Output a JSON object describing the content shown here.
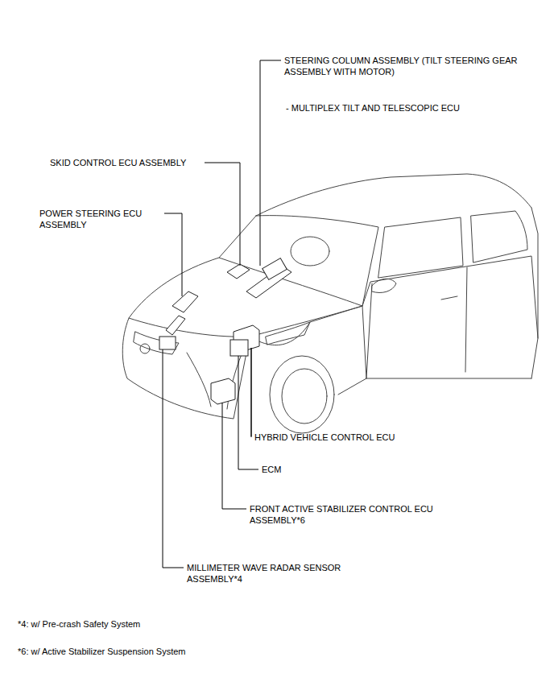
{
  "diagram": {
    "labels": [
      "STEERING COLUMN ASSEMBLY (TILT STEERING GEAR ASSEMBLY WITH MOTOR)",
      "- MULTIPLEX TILT AND TELESCOPIC ECU",
      "SKID CONTROL ECU ASSEMBLY",
      "POWER STEERING ECU ASSEMBLY",
      "HYBRID VEHICLE CONTROL ECU",
      "ECM",
      "FRONT ACTIVE STABILIZER CONTROL ECU ASSEMBLY*6",
      "MILLIMETER WAVE RADAR SENSOR ASSEMBLY*4",
      "*4: w/ Pre-crash Safety System",
      "*6: w/ Active Stabilizer Suspension System"
    ]
  }
}
